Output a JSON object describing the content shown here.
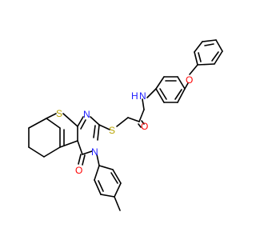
{
  "colors": {
    "background": "#ffffff",
    "bond": "#000000",
    "sulfur": "#b8a400",
    "nitrogen": "#2020ff",
    "oxygen": "#ff0000",
    "hydrogen": "#2020ff"
  },
  "atoms": {
    "s_thiophene": "S",
    "s_thioether": "S",
    "n_pyrimidine_top": "N",
    "n_pyrimidine_bottom": "N",
    "n_amide": "N",
    "h_amide": "H",
    "o_amide": "O",
    "o_ketone": "O",
    "o_ether": "O"
  }
}
